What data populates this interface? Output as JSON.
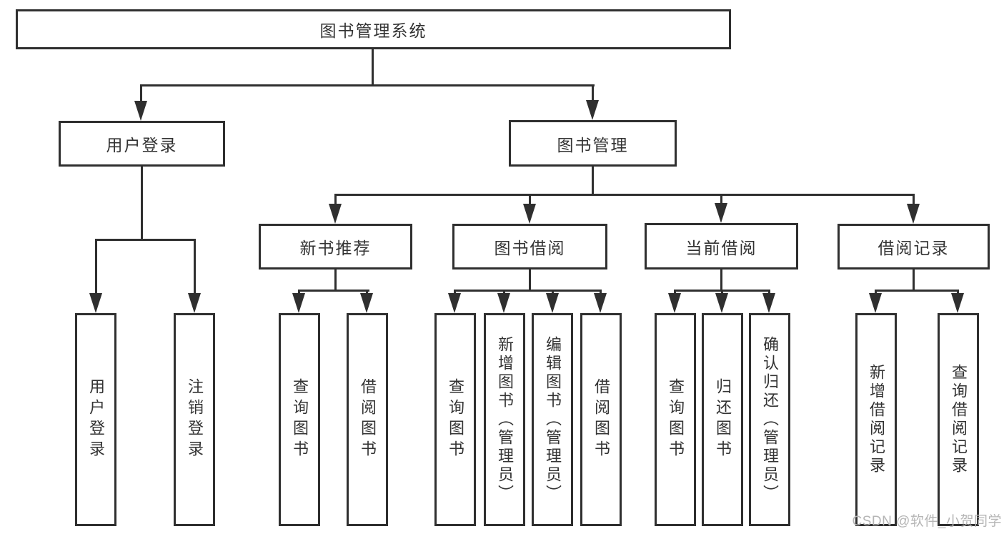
{
  "diagram_type": "hierarchy-tree",
  "colors": {
    "line": "#2f2f2f",
    "node_border": "#2f2f2f",
    "node_text": "#333333",
    "background": "#ffffff",
    "watermark_text": "#b5b5b5"
  },
  "watermark": {
    "text": "CSDN @软件_小贺同学"
  },
  "tree": {
    "label": "图书管理系统",
    "children": [
      {
        "label": "用户登录",
        "children": [
          {
            "label": "用户登录"
          },
          {
            "label": "注销登录"
          }
        ]
      },
      {
        "label": "图书管理",
        "children": [
          {
            "label": "新书推荐",
            "children": [
              {
                "label": "查询图书"
              },
              {
                "label": "借阅图书"
              }
            ]
          },
          {
            "label": "图书借阅",
            "children": [
              {
                "label": "查询图书"
              },
              {
                "label": "新增图书（管理员）"
              },
              {
                "label": "编辑图书（管理员）"
              },
              {
                "label": "借阅图书"
              }
            ]
          },
          {
            "label": "当前借阅",
            "children": [
              {
                "label": "查询图书"
              },
              {
                "label": "归还图书"
              },
              {
                "label": "确认归还（管理员）"
              }
            ]
          },
          {
            "label": "借阅记录",
            "children": [
              {
                "label": "新增借阅记录"
              },
              {
                "label": "查询借阅记录"
              }
            ]
          }
        ]
      }
    ]
  }
}
